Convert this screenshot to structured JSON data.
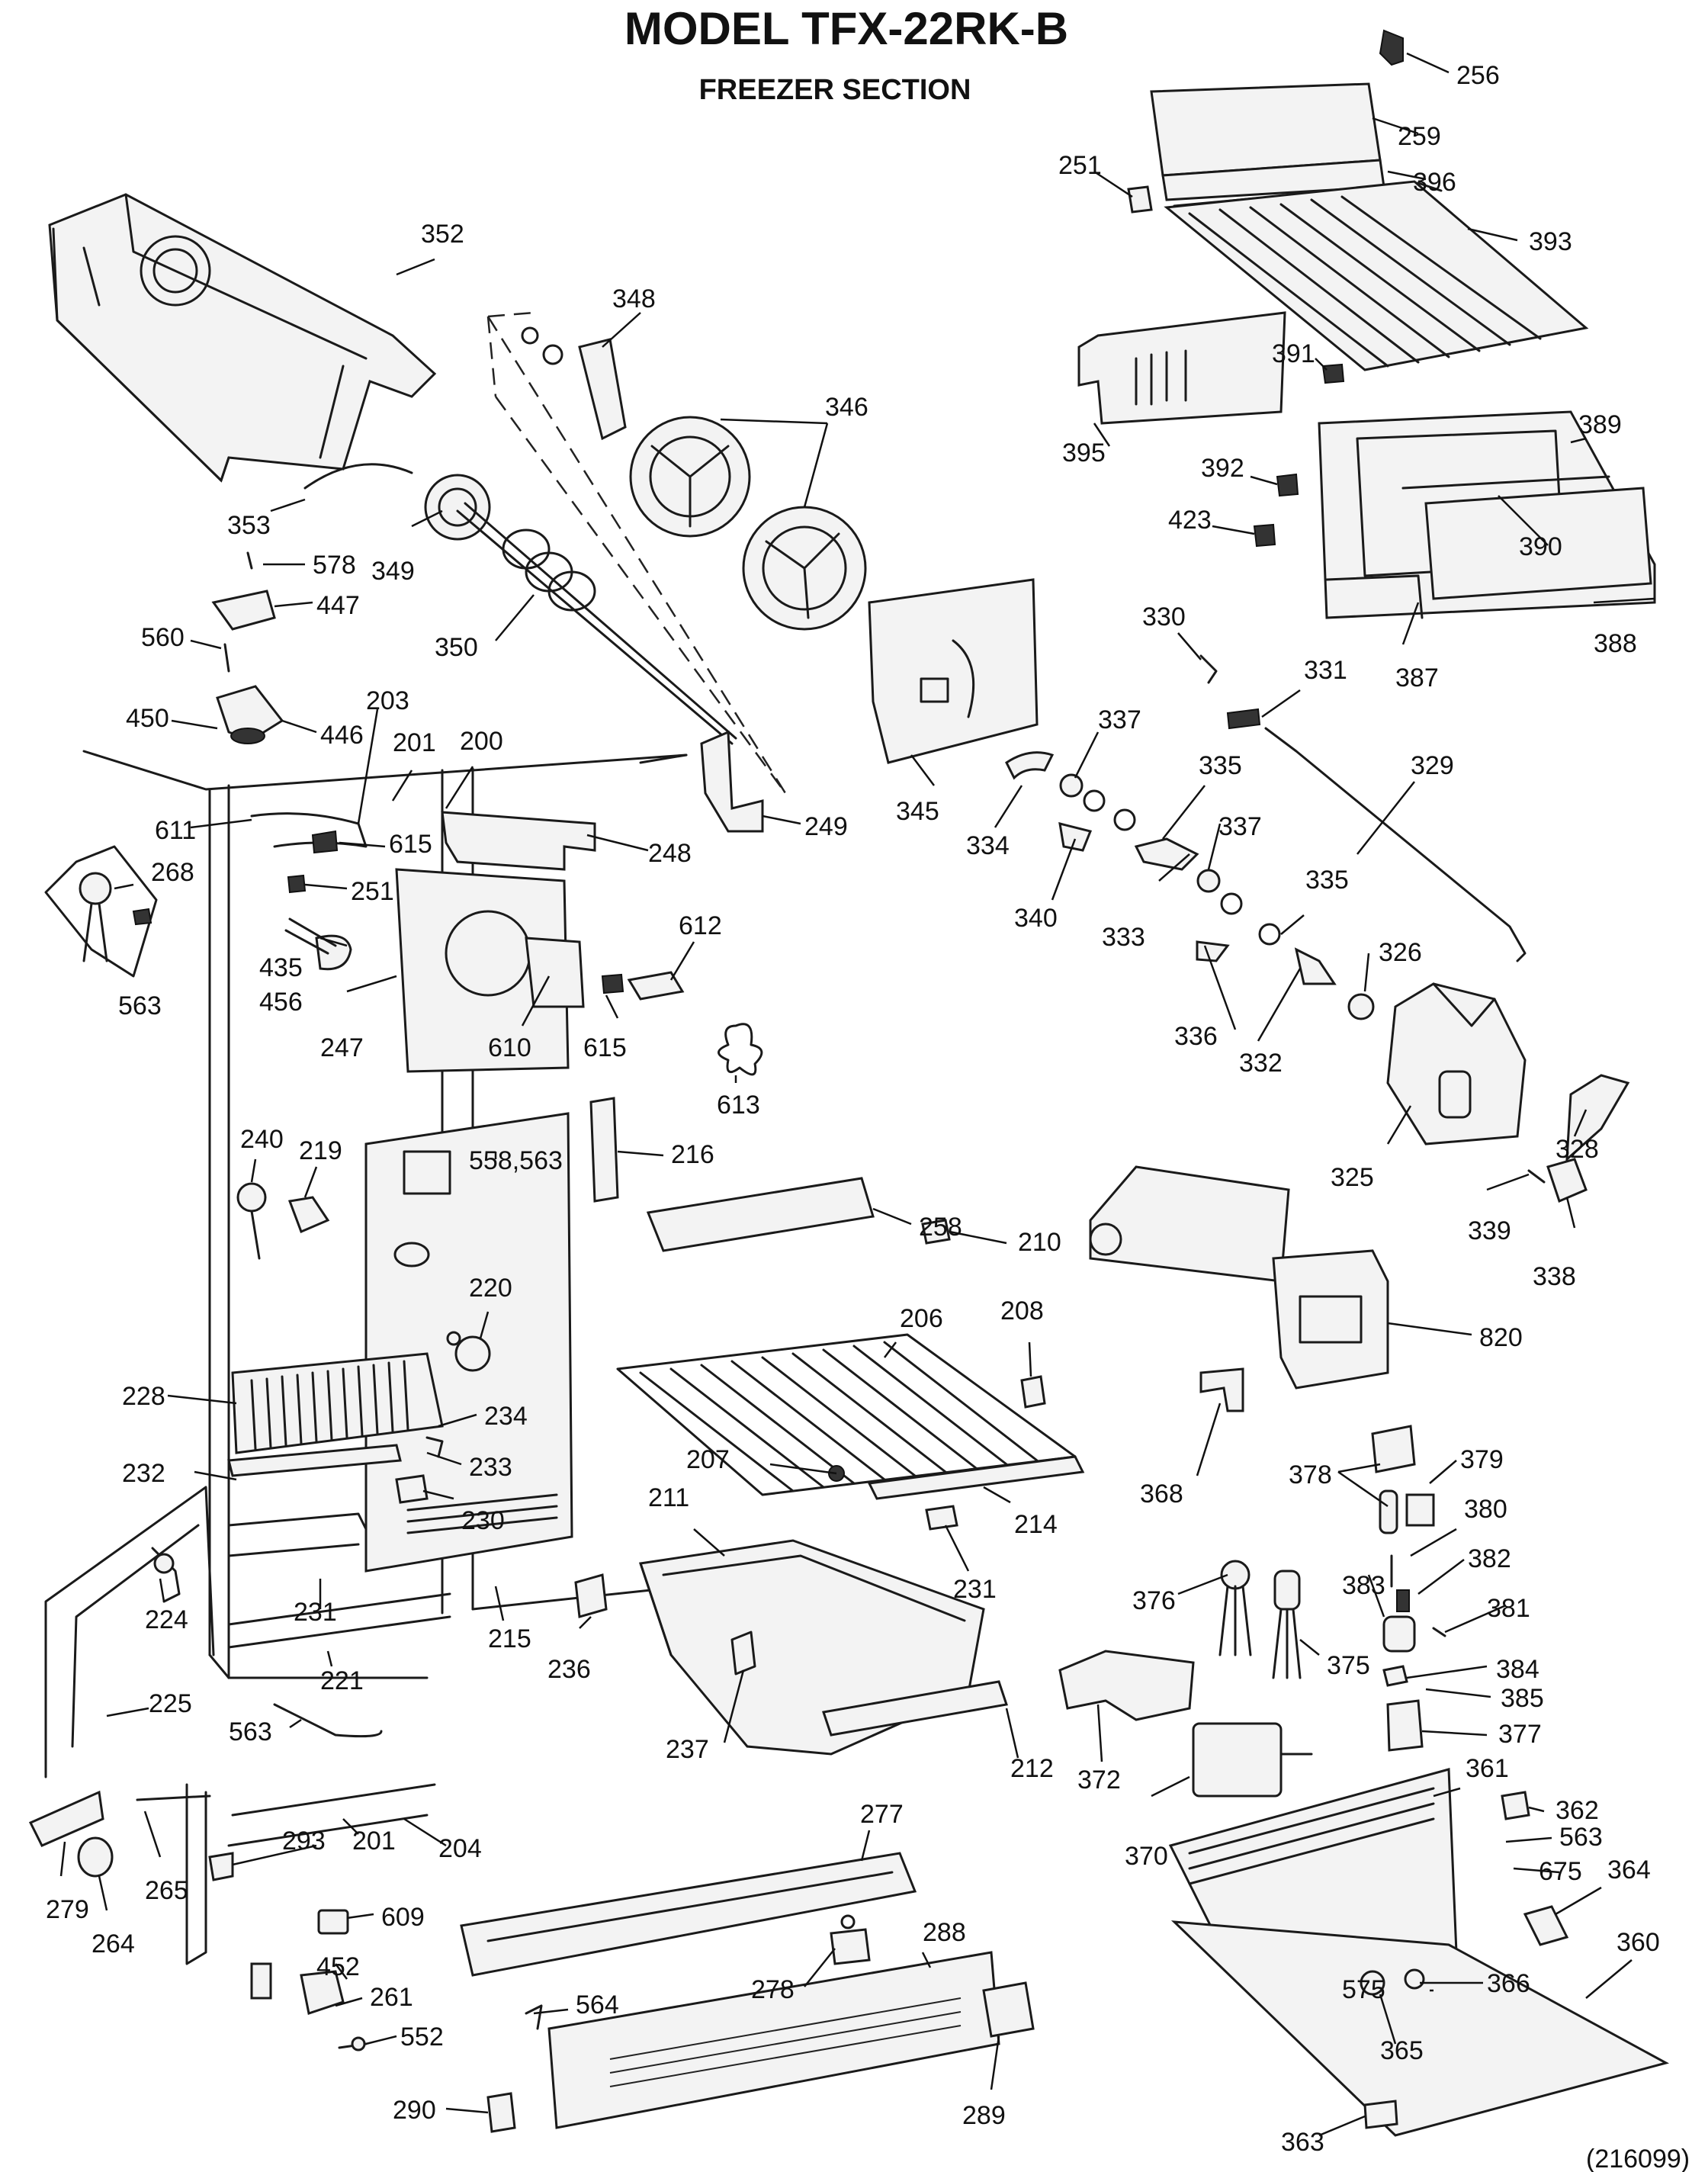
{
  "header": {
    "title": "MODEL TFX-22RK-B",
    "subtitle": "FREEZER SECTION"
  },
  "footer": {
    "ref": "(216099)"
  },
  "callouts": [
    {
      "id": "256",
      "label": "256"
    },
    {
      "id": "259",
      "label": "259"
    },
    {
      "id": "251a",
      "label": "251"
    },
    {
      "id": "396",
      "label": "396"
    },
    {
      "id": "393",
      "label": "393"
    },
    {
      "id": "352",
      "label": "352"
    },
    {
      "id": "348",
      "label": "348"
    },
    {
      "id": "346",
      "label": "346"
    },
    {
      "id": "391",
      "label": "391"
    },
    {
      "id": "389",
      "label": "389"
    },
    {
      "id": "395",
      "label": "395"
    },
    {
      "id": "392",
      "label": "392"
    },
    {
      "id": "390",
      "label": "390"
    },
    {
      "id": "423",
      "label": "423"
    },
    {
      "id": "388",
      "label": "388"
    },
    {
      "id": "387",
      "label": "387"
    },
    {
      "id": "353",
      "label": "353"
    },
    {
      "id": "349",
      "label": "349"
    },
    {
      "id": "578",
      "label": "578"
    },
    {
      "id": "447",
      "label": "447"
    },
    {
      "id": "350",
      "label": "350"
    },
    {
      "id": "560",
      "label": "560"
    },
    {
      "id": "330",
      "label": "330"
    },
    {
      "id": "331",
      "label": "331"
    },
    {
      "id": "203",
      "label": "203"
    },
    {
      "id": "450",
      "label": "450"
    },
    {
      "id": "446",
      "label": "446"
    },
    {
      "id": "201a",
      "label": "201"
    },
    {
      "id": "200",
      "label": "200"
    },
    {
      "id": "337a",
      "label": "337"
    },
    {
      "id": "329",
      "label": "329"
    },
    {
      "id": "345",
      "label": "345"
    },
    {
      "id": "335a",
      "label": "335"
    },
    {
      "id": "249",
      "label": "249"
    },
    {
      "id": "334",
      "label": "334"
    },
    {
      "id": "611",
      "label": "611"
    },
    {
      "id": "615a",
      "label": "615"
    },
    {
      "id": "248",
      "label": "248"
    },
    {
      "id": "268",
      "label": "268"
    },
    {
      "id": "612",
      "label": "612"
    },
    {
      "id": "251b",
      "label": "251"
    },
    {
      "id": "337b",
      "label": "337"
    },
    {
      "id": "335b",
      "label": "335"
    },
    {
      "id": "340",
      "label": "340"
    },
    {
      "id": "333",
      "label": "333"
    },
    {
      "id": "326",
      "label": "326"
    },
    {
      "id": "435",
      "label": "435"
    },
    {
      "id": "456",
      "label": "456"
    },
    {
      "id": "563a",
      "label": "563"
    },
    {
      "id": "247",
      "label": "247"
    },
    {
      "id": "610",
      "label": "610"
    },
    {
      "id": "615b",
      "label": "615"
    },
    {
      "id": "336",
      "label": "336"
    },
    {
      "id": "332",
      "label": "332"
    },
    {
      "id": "613",
      "label": "613"
    },
    {
      "id": "240",
      "label": "240"
    },
    {
      "id": "219",
      "label": "219"
    },
    {
      "id": "216",
      "label": "216"
    },
    {
      "id": "558",
      "label": "558,563"
    },
    {
      "id": "328",
      "label": "328"
    },
    {
      "id": "325",
      "label": "325"
    },
    {
      "id": "339",
      "label": "339"
    },
    {
      "id": "258",
      "label": "258"
    },
    {
      "id": "210",
      "label": "210"
    },
    {
      "id": "338",
      "label": "338"
    },
    {
      "id": "220",
      "label": "220"
    },
    {
      "id": "206",
      "label": "206"
    },
    {
      "id": "208",
      "label": "208"
    },
    {
      "id": "820",
      "label": "820"
    },
    {
      "id": "228",
      "label": "228"
    },
    {
      "id": "234",
      "label": "234"
    },
    {
      "id": "233",
      "label": "233"
    },
    {
      "id": "232",
      "label": "232"
    },
    {
      "id": "207",
      "label": "207"
    },
    {
      "id": "368",
      "label": "368"
    },
    {
      "id": "378",
      "label": "378"
    },
    {
      "id": "379",
      "label": "379"
    },
    {
      "id": "230",
      "label": "230"
    },
    {
      "id": "211",
      "label": "211"
    },
    {
      "id": "214",
      "label": "214"
    },
    {
      "id": "380",
      "label": "380"
    },
    {
      "id": "382",
      "label": "382"
    },
    {
      "id": "224",
      "label": "224"
    },
    {
      "id": "231a",
      "label": "231"
    },
    {
      "id": "231b",
      "label": "231"
    },
    {
      "id": "215",
      "label": "215"
    },
    {
      "id": "376",
      "label": "376"
    },
    {
      "id": "383",
      "label": "383"
    },
    {
      "id": "381",
      "label": "381"
    },
    {
      "id": "375",
      "label": "375"
    },
    {
      "id": "221",
      "label": "221"
    },
    {
      "id": "236",
      "label": "236"
    },
    {
      "id": "384",
      "label": "384"
    },
    {
      "id": "385",
      "label": "385"
    },
    {
      "id": "225",
      "label": "225"
    },
    {
      "id": "563b",
      "label": "563"
    },
    {
      "id": "237",
      "label": "237"
    },
    {
      "id": "212",
      "label": "212"
    },
    {
      "id": "377",
      "label": "377"
    },
    {
      "id": "372",
      "label": "372"
    },
    {
      "id": "361",
      "label": "361"
    },
    {
      "id": "204",
      "label": "204"
    },
    {
      "id": "277",
      "label": "277"
    },
    {
      "id": "362",
      "label": "362"
    },
    {
      "id": "563c",
      "label": "563"
    },
    {
      "id": "201b",
      "label": "201"
    },
    {
      "id": "293",
      "label": "293"
    },
    {
      "id": "370",
      "label": "370"
    },
    {
      "id": "279",
      "label": "279"
    },
    {
      "id": "265",
      "label": "265"
    },
    {
      "id": "675",
      "label": "675"
    },
    {
      "id": "364",
      "label": "364"
    },
    {
      "id": "264",
      "label": "264"
    },
    {
      "id": "609",
      "label": "609"
    },
    {
      "id": "288",
      "label": "288"
    },
    {
      "id": "360",
      "label": "360"
    },
    {
      "id": "452",
      "label": "452"
    },
    {
      "id": "261",
      "label": "261"
    },
    {
      "id": "278",
      "label": "278"
    },
    {
      "id": "575",
      "label": "575"
    },
    {
      "id": "366",
      "label": "366"
    },
    {
      "id": "552",
      "label": "552"
    },
    {
      "id": "564",
      "label": "564"
    },
    {
      "id": "365",
      "label": "365"
    },
    {
      "id": "289",
      "label": "289"
    },
    {
      "id": "290",
      "label": "290"
    },
    {
      "id": "363",
      "label": "363"
    }
  ]
}
